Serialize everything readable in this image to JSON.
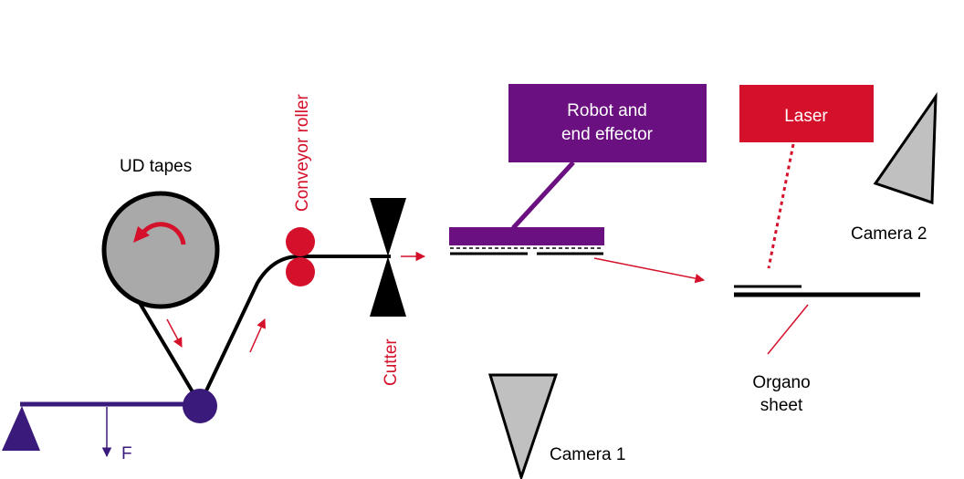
{
  "labels": {
    "ud_tapes": "UD tapes",
    "conveyor_roller": "Conveyor roller",
    "cutter": "Cutter",
    "robot_line1": "Robot and",
    "robot_line2": "end effector",
    "laser": "Laser",
    "camera1": "Camera 1",
    "camera2": "Camera 2",
    "organo_line1": "Organo",
    "organo_line2": "sheet",
    "force": "F"
  },
  "colors": {
    "purple_dark": "#3a1a7a",
    "purple_robot": "#6a1080",
    "red": "#d4102a",
    "gray": "#c0c0c0",
    "black": "#000000"
  },
  "icons": {
    "rotation": "curved-arrow-icon",
    "flow": "arrow-icon",
    "pivot": "triangle-support-icon"
  }
}
